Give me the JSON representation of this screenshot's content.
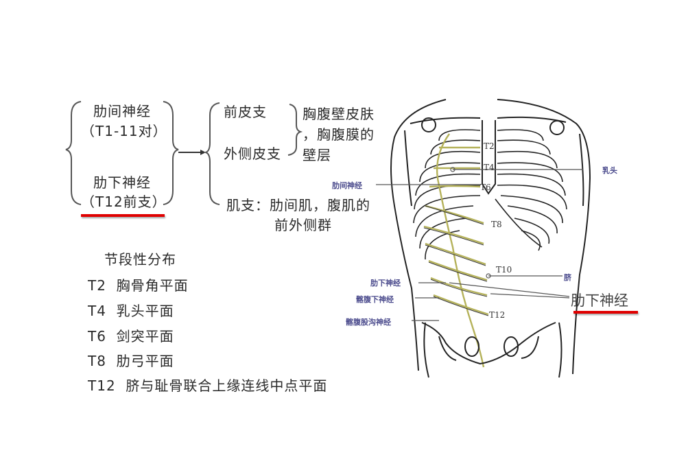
{
  "left_tree": {
    "nerve_1": {
      "name": "肋间神经",
      "range": "（T1-11对）"
    },
    "nerve_2": {
      "name": "肋下神经",
      "range": "（T12前支）"
    },
    "branches": {
      "anterior_cutaneous": "前皮支",
      "lateral_cutaneous": "外侧皮支",
      "cutaneous_target_line1": "胸腹壁皮肤",
      "cutaneous_target_line2": "，胸腹膜的",
      "cutaneous_target_line3": "壁层",
      "muscular_line1": "肌支：肋间肌，腹肌的",
      "muscular_line2": "前外侧群"
    }
  },
  "segmental": {
    "title": "节段性分布",
    "items": [
      {
        "level": "T2",
        "landmark": "胸骨角平面"
      },
      {
        "level": "T4",
        "landmark": "乳头平面"
      },
      {
        "level": "T6",
        "landmark": "剑突平面"
      },
      {
        "level": "T8",
        "landmark": "肋弓平面"
      },
      {
        "level": "T12",
        "landmark": "脐与耻骨联合上缘连线中点平面"
      }
    ]
  },
  "figure_labels": {
    "intercostal_nerve": "肋间神经",
    "nipple": "乳头",
    "subcostal_nerve": "肋下神经",
    "iliohypogastric": "髂腹下神经",
    "ilioinguinal": "髂腹股沟神经",
    "umbilicus": "脐",
    "subcostal_nerve_large": "肋下神经",
    "T2": "T2",
    "T4": "T4",
    "T6": "T6",
    "T8": "T8",
    "T10": "T10",
    "T12": "T12"
  },
  "colors": {
    "highlight": "#e00000",
    "label": "#4a4a8c",
    "nerve": "#b5b25a",
    "line": "#333333"
  }
}
